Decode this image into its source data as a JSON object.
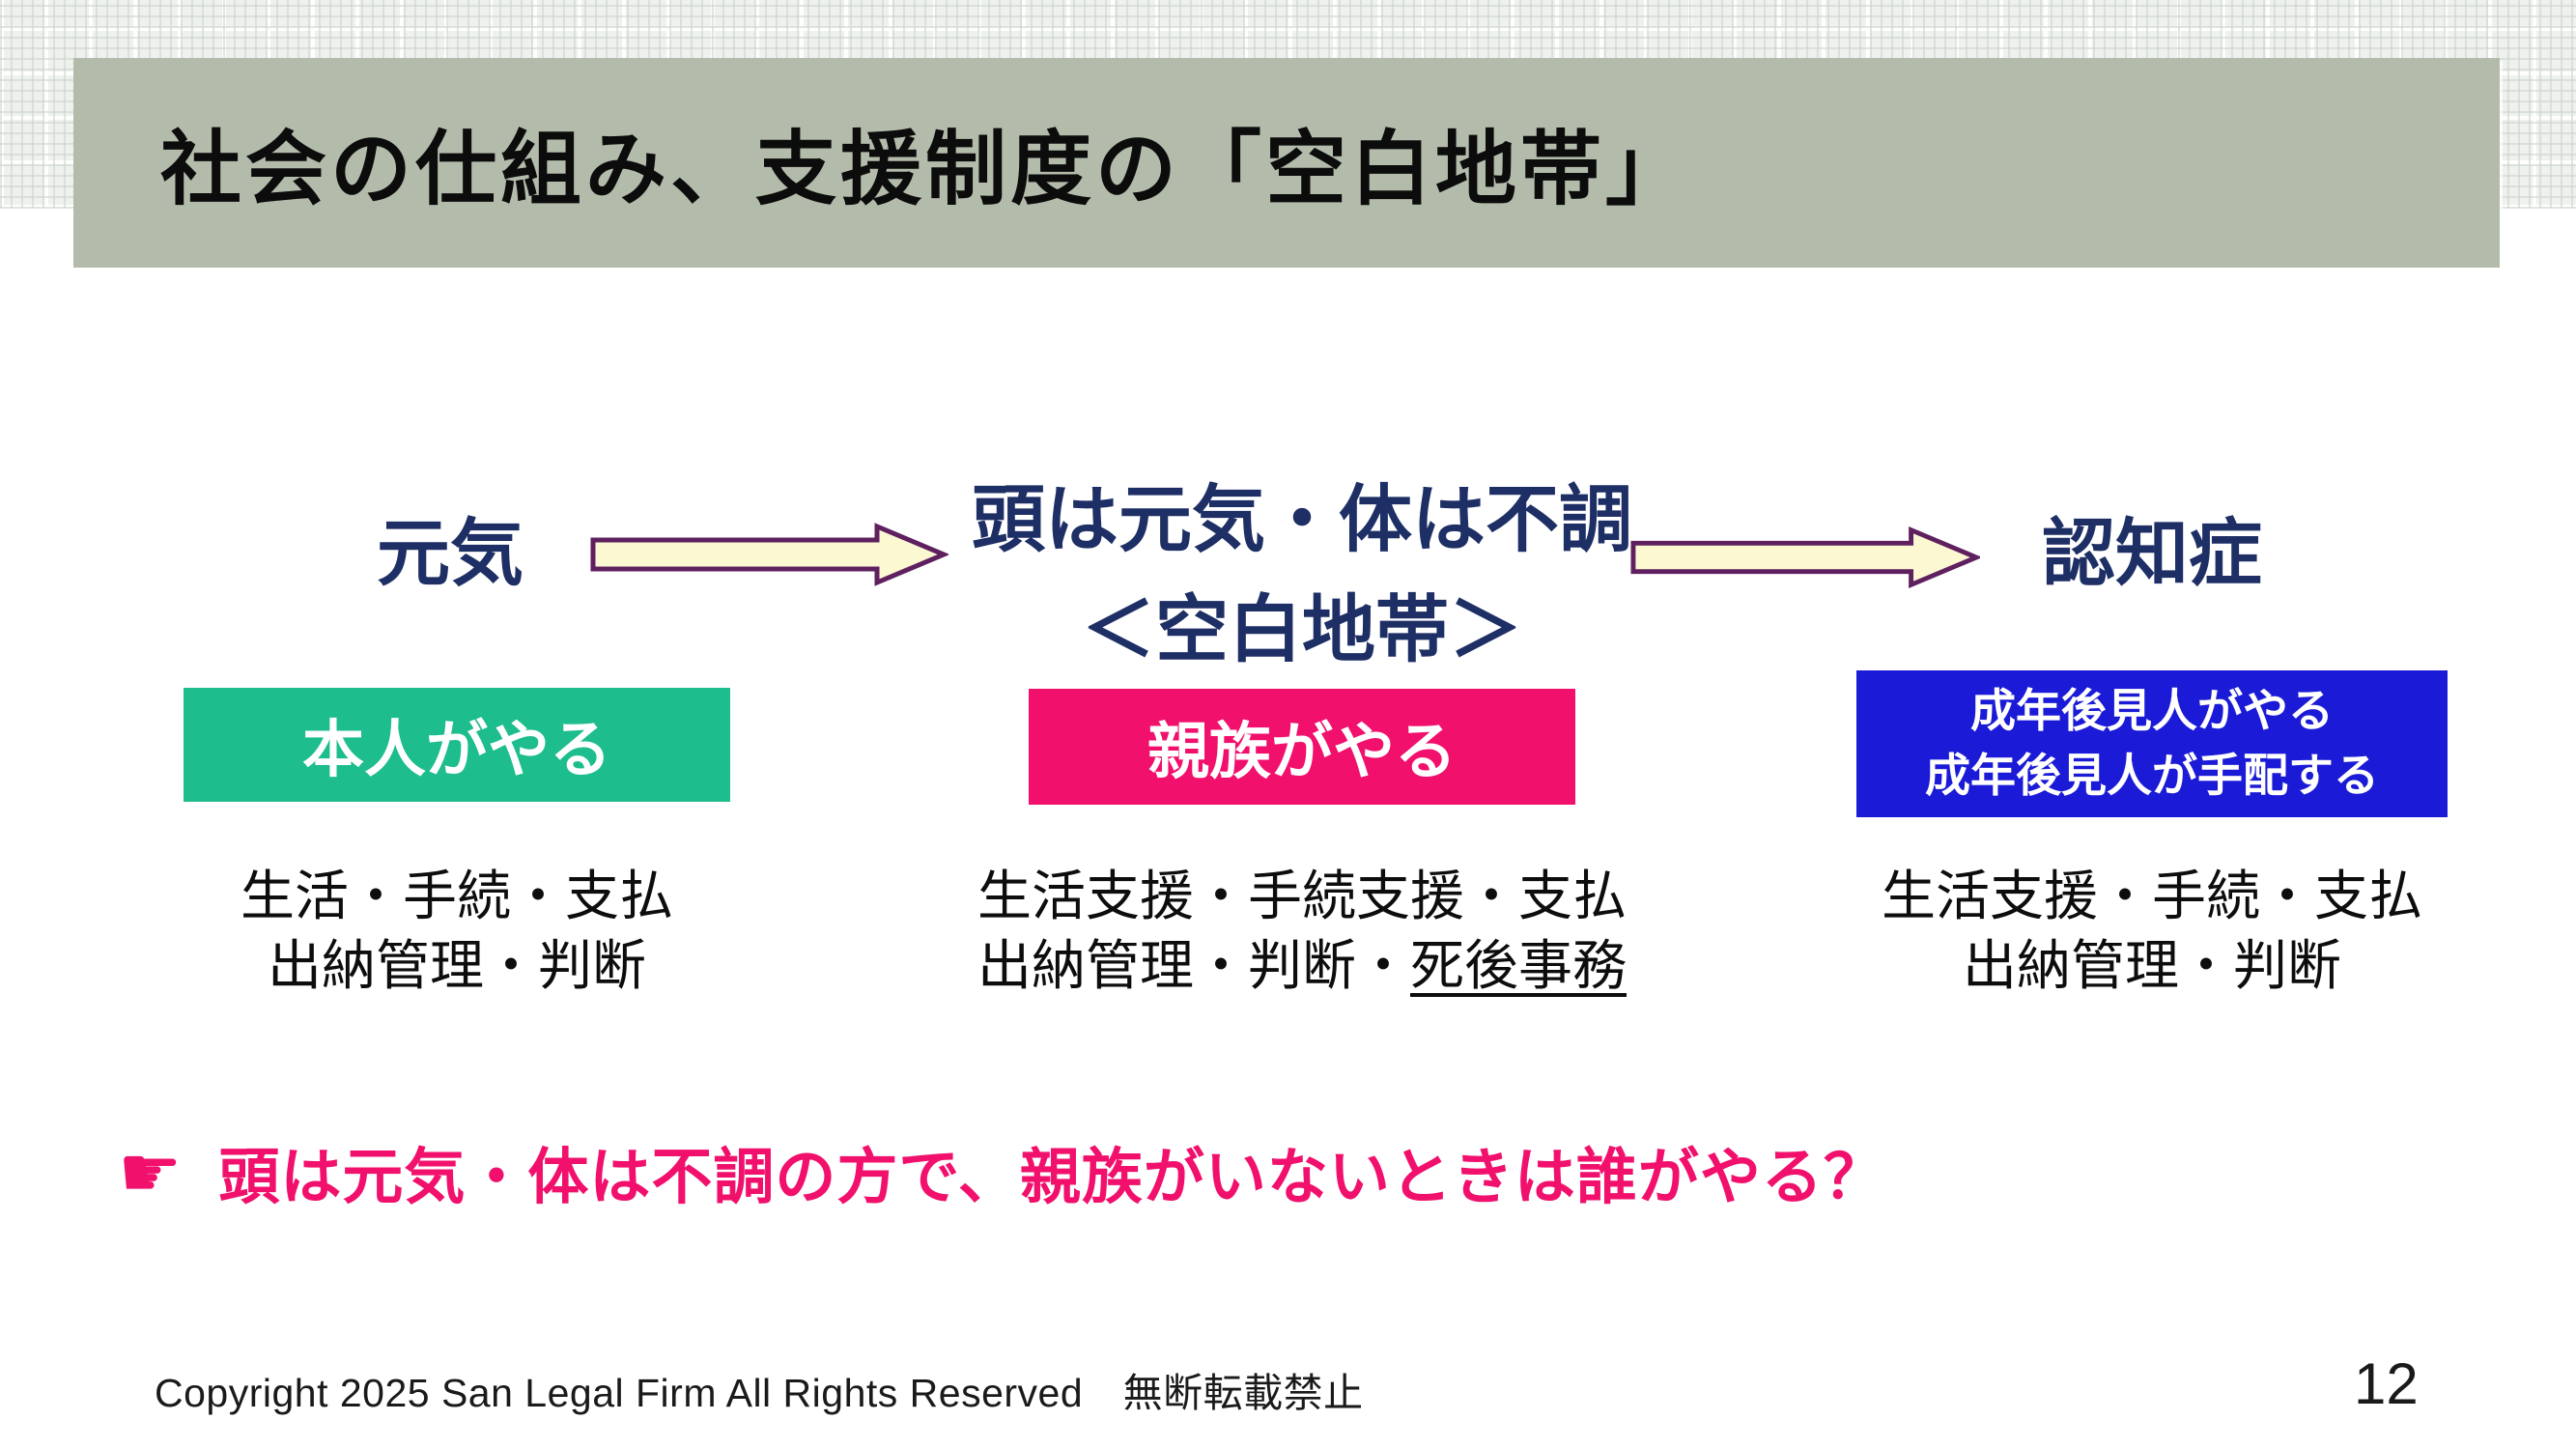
{
  "slide": {
    "title": "社会の仕組み、支援制度の「空白地帯」",
    "footer": "Copyright 2025 San Legal Firm All Rights Reserved　無断転載禁止",
    "page_number": "12",
    "colors": {
      "title_bar_bg": "#b3bcab",
      "navy_text": "#1e2f65",
      "green_box": "#1dbd8d",
      "pink_box": "#f1106c",
      "blue_box": "#1b1bd7",
      "arrow_fill": "#fcf8d2",
      "arrow_outline": "#5f2060",
      "callout_pink": "#f1106c"
    }
  },
  "flow": {
    "stages": [
      {
        "label": "元気",
        "label2": "",
        "actor": "本人がやる",
        "actor2": "",
        "duties_line1": "生活・手続・支払",
        "duties_line2": "出納管理・判断",
        "duties_line2_underline": ""
      },
      {
        "label": "頭は元気・体は不調",
        "label2": "＜空白地帯＞",
        "actor": "親族がやる",
        "actor2": "",
        "duties_line1": "生活支援・手続支援・支払",
        "duties_line2": "出納管理・判断・",
        "duties_line2_underline": "死後事務"
      },
      {
        "label": "認知症",
        "label2": "",
        "actor": "成年後見人がやる",
        "actor2": "成年後見人が手配する",
        "duties_line1": "生活支援・手続・支払",
        "duties_line2": "出納管理・判断",
        "duties_line2_underline": ""
      }
    ]
  },
  "callout": {
    "pointer_icon": "☛",
    "text": "頭は元気・体は不調の方で、親族がいないときは誰がやる？"
  }
}
